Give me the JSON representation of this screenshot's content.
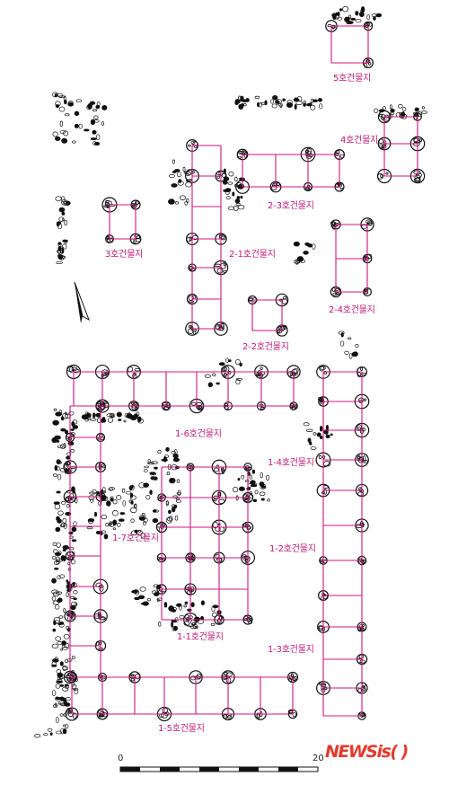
{
  "labels": {
    "b5": "5호건물지",
    "b4": "4호건물지",
    "b2_3": "2-3호건물지",
    "b3": "3호건물지",
    "b2_1": "2-1호건물지",
    "b2_4": "2-4호건물지",
    "b2_2": "2-2호건물지",
    "b1_6": "1-6호건물지",
    "b1_4": "1-4호건물지",
    "b1_7": "1-7호건물지",
    "b1_2": "1-2호건물지",
    "b1_1": "1-1호건물지",
    "b1_3": "1-3호건물지",
    "b1_5": "1-5호건물지"
  },
  "scale": {
    "start": "0",
    "end": "20"
  },
  "watermark": {
    "part1": "NEWSis",
    "part2": "( )"
  },
  "colors": {
    "grid": "#d0157f",
    "stone": "#111111",
    "label": "#c0187a",
    "logo": "#e23a2c"
  },
  "icons": {
    "north": "north-arrow-icon"
  }
}
